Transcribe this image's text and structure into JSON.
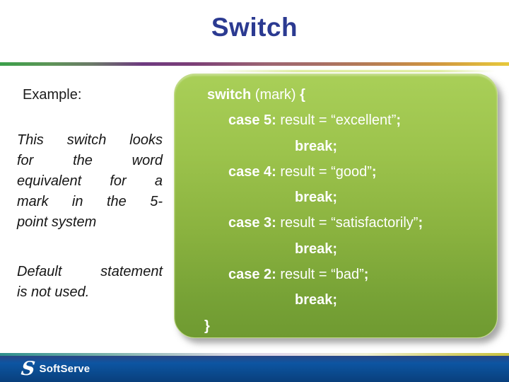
{
  "slide": {
    "title": "Switch"
  },
  "left_panel": {
    "heading": "Example:",
    "paragraph1_lines": [
      "This switch looks",
      "for the word",
      "equivalent for a",
      "mark in the 5-",
      "point system"
    ],
    "paragraph2_lines": [
      "Default statement",
      "is not used."
    ]
  },
  "code_box": {
    "lines": [
      {
        "segments": [
          "switch",
          " (mark) ",
          "{"
        ]
      },
      {
        "segments": [
          "case 5:",
          " result = “excellent”",
          ";"
        ]
      },
      {
        "segments": [
          "break;"
        ]
      },
      {
        "segments": [
          "case 4:",
          " result = “good”",
          ";"
        ]
      },
      {
        "segments": [
          "break;"
        ]
      },
      {
        "segments": [
          "case 3:",
          " result = “satisfactorily”",
          ";"
        ]
      },
      {
        "segments": [
          "break;"
        ]
      },
      {
        "segments": [
          "case 2:",
          " result = “bad”",
          ";"
        ]
      },
      {
        "segments": [
          "break;"
        ]
      },
      {
        "segments": [
          "}"
        ]
      }
    ]
  },
  "footer": {
    "logo_initial": "S",
    "logo_text": "SoftServe"
  },
  "colors": {
    "title_blue": "#2b3a91",
    "box_green_top": "#a9cf58",
    "box_green_bottom": "#6f9a31",
    "footer_blue": "#0a4a8e",
    "code_text": "#ffffff"
  }
}
